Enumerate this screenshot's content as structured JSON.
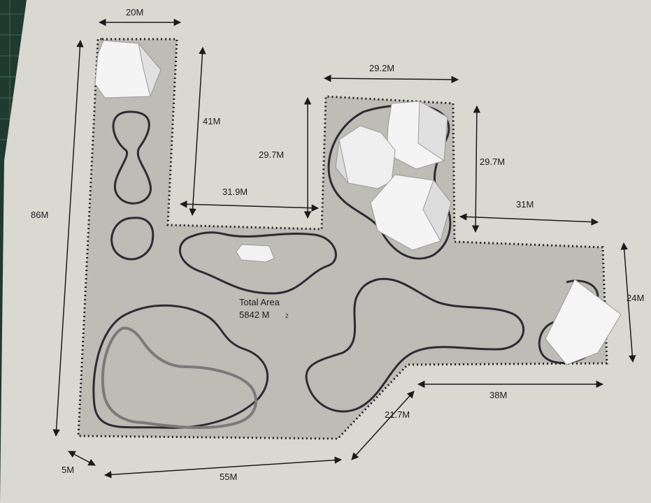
{
  "dimensions": {
    "top_left_width": "20M",
    "left_height": "86M",
    "left_arm_height": "41M",
    "notch_width": "31.9M",
    "notch_height": "29.7M",
    "top_block_width": "29.2M",
    "top_block_height": "29.7M",
    "right_ledge_width": "31M",
    "right_height": "24M",
    "bottom_right_width": "38M",
    "diagonal": "21.7M",
    "bottom_width": "55M",
    "corner_offset": "5M"
  },
  "total_area": {
    "label": "Total Area",
    "value": "5842 M",
    "unit_superscript": "2"
  },
  "colors": {
    "paper": "#d9d8d1",
    "site": "#bdbcb5",
    "ink": "#2b2d33",
    "mat": "#1f3a2e",
    "model": "#f4f4f4"
  }
}
